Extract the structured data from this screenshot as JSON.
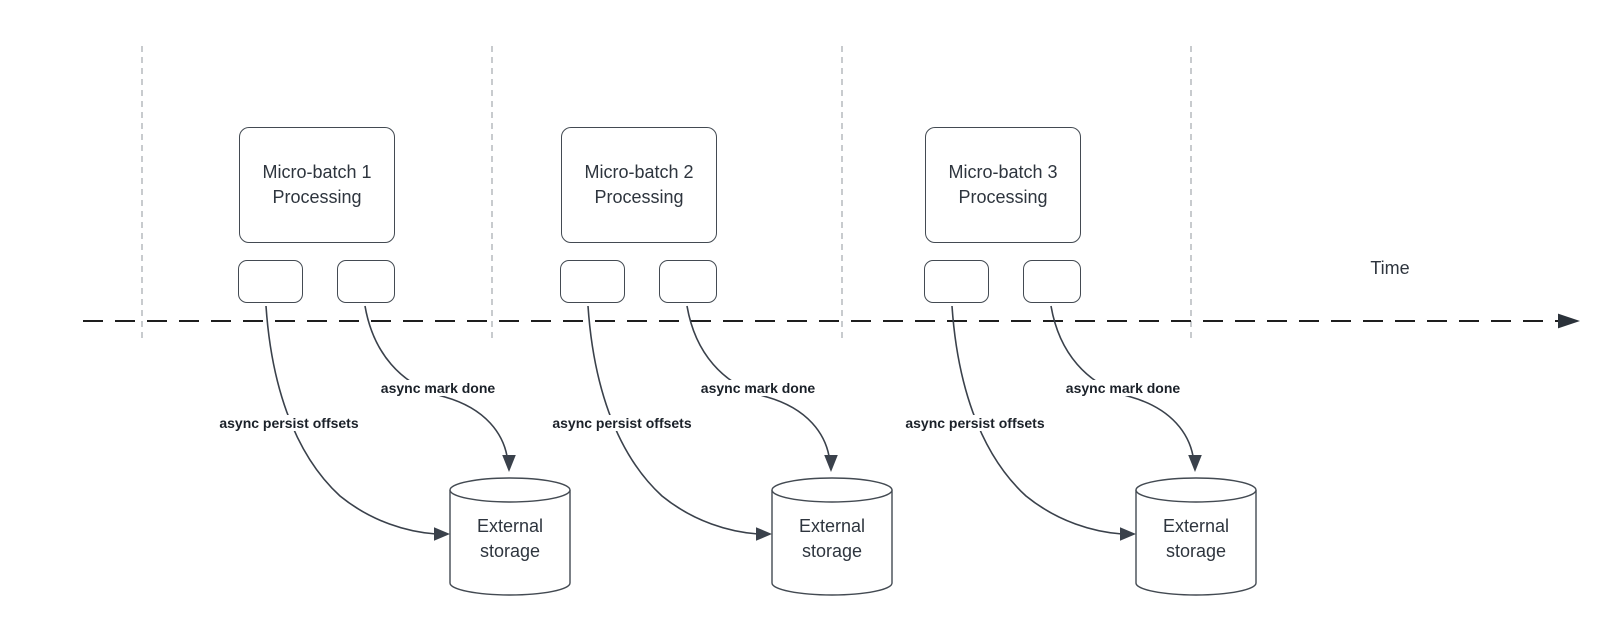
{
  "time_label": "Time",
  "segments": [
    {
      "title": "Micro-batch 1 Processing",
      "persist_label": "async persist offsets",
      "done_label": "async mark done",
      "storage_label": "External storage"
    },
    {
      "title": "Micro-batch 2 Processing",
      "persist_label": "async persist offsets",
      "done_label": "async mark done",
      "storage_label": "External storage"
    },
    {
      "title": "Micro-batch 3 Processing",
      "persist_label": "async persist offsets",
      "done_label": "async mark done",
      "storage_label": "External storage"
    }
  ],
  "colors": {
    "canvas": "#ffffff",
    "shape_stroke": "#434a52",
    "curve_stroke": "#3a414b",
    "timeline": "#1e1e1e",
    "gridline": "#b1b5b9",
    "shape_text": "#2e353e",
    "edge_label_text": "#1b2129"
  }
}
